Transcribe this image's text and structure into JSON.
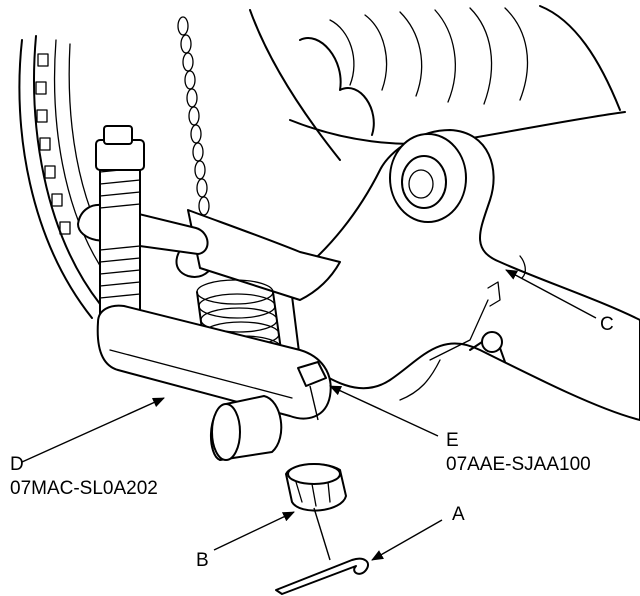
{
  "callouts": {
    "a": {
      "letter": "A"
    },
    "b": {
      "letter": "B"
    },
    "c": {
      "letter": "C"
    },
    "d": {
      "letter": "D",
      "part_number": "07MAC-SL0A202"
    },
    "e": {
      "letter": "E",
      "part_number": "07AAE-SJAA100"
    }
  }
}
